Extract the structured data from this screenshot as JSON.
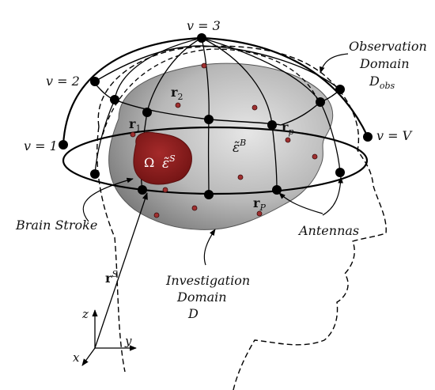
{
  "labels": {
    "v3": "v = 3",
    "v2": "v = 2",
    "v1": "v = 1",
    "vV": "v = V",
    "observation_line1": "Observation",
    "observation_line2": "Domain",
    "observation_symbol": "D",
    "observation_sub": "obs",
    "r_bold": "r",
    "r2_sub": "2",
    "r1_sub": "1",
    "rp_sub": "p",
    "rP_sub": "P",
    "rs_sup": "S",
    "epsB": "ε̃",
    "epsB_sup": "B",
    "omega": "Ω",
    "epsS": "ε̃",
    "epsS_sup": "S",
    "brain_stroke": "Brain Stroke",
    "antennas": "Antennas",
    "investigation_line1": "Investigation",
    "investigation_line2": "Domain",
    "investigation_symbol": "D",
    "axis_x": "x",
    "axis_y": "y",
    "axis_z": "z"
  },
  "colors": {
    "stroke_fill": "#8b1c1c",
    "stroke_edge": "#5a0e0e",
    "point_fill": "#a03030",
    "antenna_fill": "#000000",
    "line": "#000000"
  }
}
